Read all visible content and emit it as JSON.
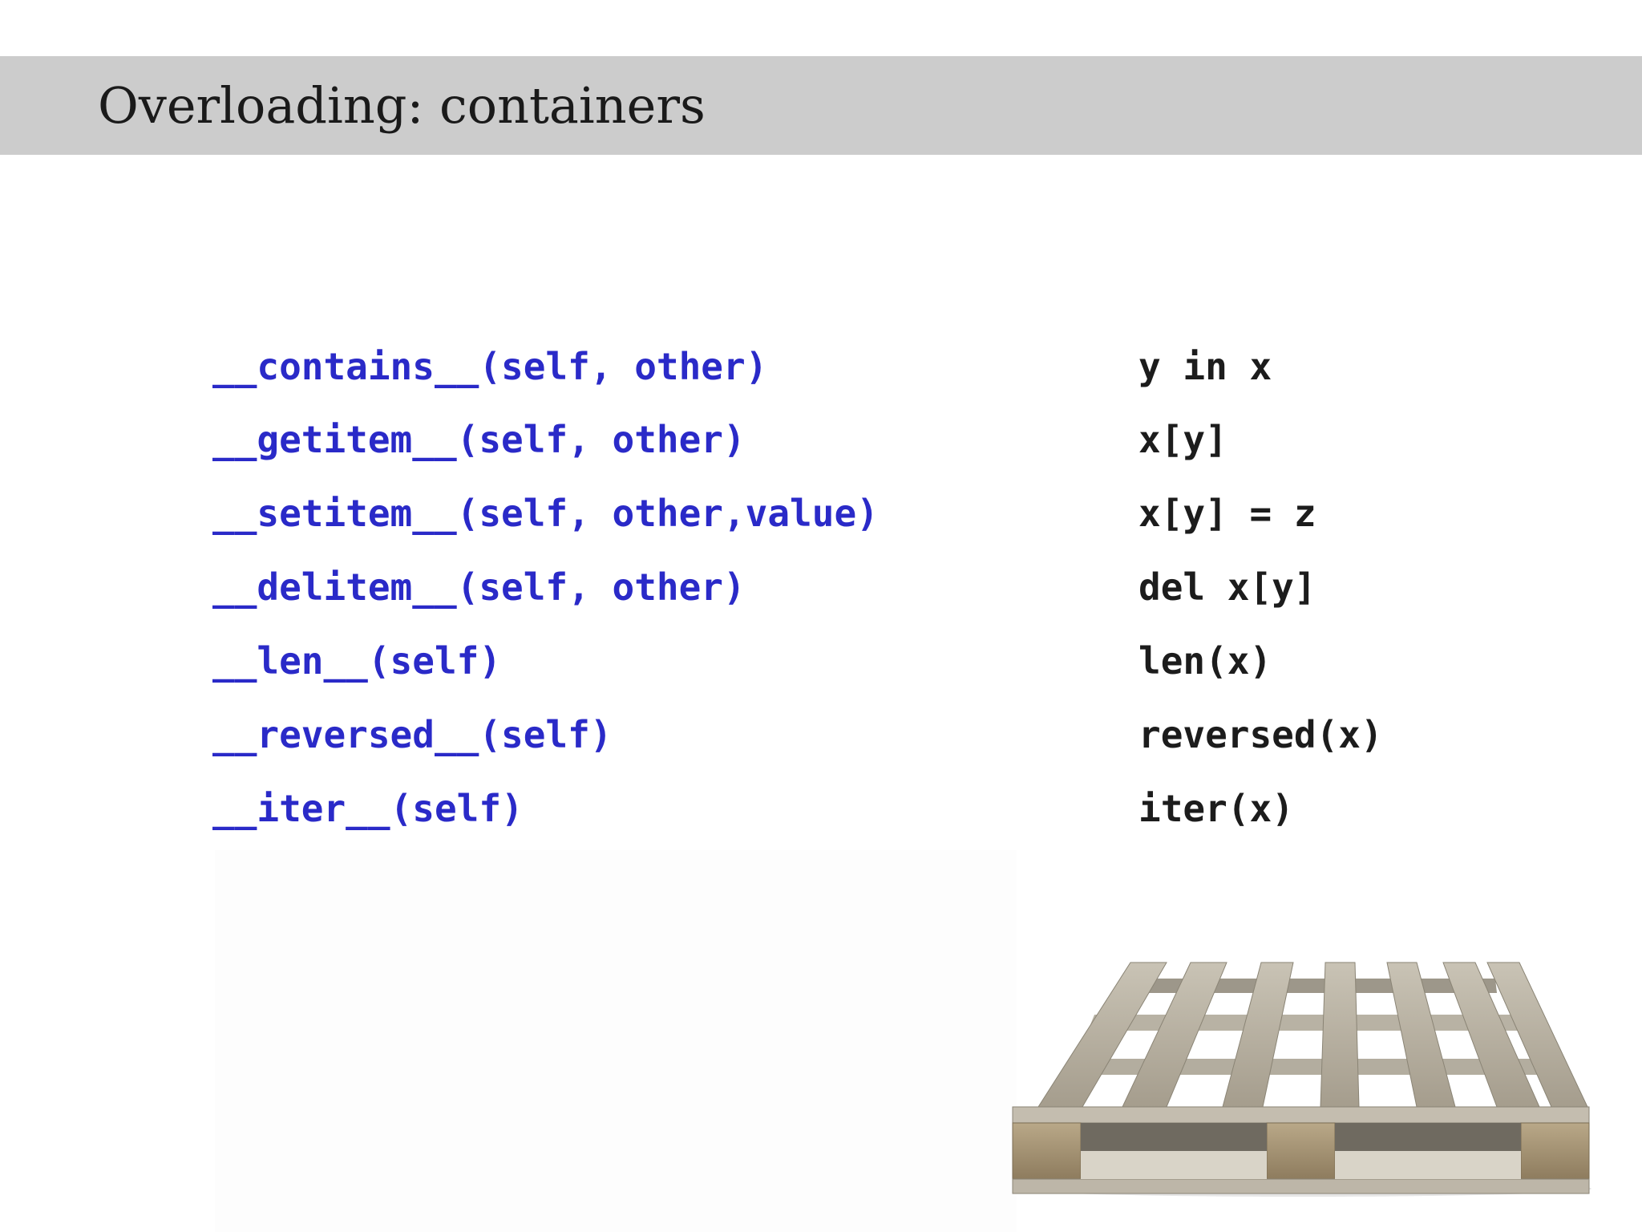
{
  "slide": {
    "title": "Overloading: containers"
  },
  "rows": [
    {
      "method": "__contains__(self, other)",
      "usage": "y in x"
    },
    {
      "method": "__getitem__(self, other)",
      "usage": "x[y]"
    },
    {
      "method": "__setitem__(self, other,value)",
      "usage": "x[y] = z"
    },
    {
      "method": "__delitem__(self, other)",
      "usage": "del x[y]"
    },
    {
      "method": "__len__(self)",
      "usage": "len(x)"
    },
    {
      "method": "__reversed__(self)",
      "usage": "reversed(x)"
    },
    {
      "method": "__iter__(self)",
      "usage": "iter(x)"
    }
  ],
  "colors": {
    "title_bar": "#cccccc",
    "method_text": "#2a2ac8",
    "usage_text": "#1c1c1c"
  },
  "image": {
    "icon": "wooden-pallet-image"
  }
}
